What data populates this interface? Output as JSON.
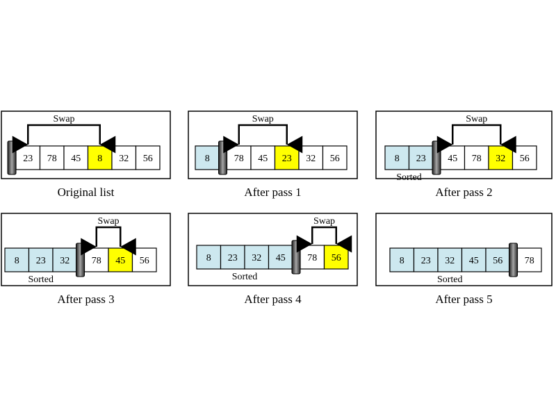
{
  "colors": {
    "sorted_fill": "#cde8ef",
    "swapped_fill": "#ffff00",
    "unsorted_fill": "#ffffff",
    "outline": "#000000",
    "wall_gradient": [
      "#1e1e1e",
      "#a6a6a6",
      "#2a2a2a"
    ]
  },
  "labels": {
    "swap": "Swap",
    "sorted": "Sorted"
  },
  "panels": [
    {
      "caption": "Original list",
      "values": [
        23,
        78,
        45,
        8,
        32,
        56
      ],
      "sorted_count": 0,
      "swap": [
        0,
        3
      ],
      "show_sorted_label": false
    },
    {
      "caption": "After pass 1",
      "values": [
        8,
        78,
        45,
        23,
        32,
        56
      ],
      "sorted_count": 1,
      "swap": [
        1,
        3
      ],
      "show_sorted_label": false
    },
    {
      "caption": "After pass 2",
      "values": [
        8,
        23,
        45,
        78,
        32,
        56
      ],
      "sorted_count": 2,
      "swap": [
        2,
        4
      ],
      "show_sorted_label": true
    },
    {
      "caption": "After pass 3",
      "values": [
        8,
        23,
        32,
        78,
        45,
        56
      ],
      "sorted_count": 3,
      "swap": [
        3,
        4
      ],
      "show_sorted_label": true
    },
    {
      "caption": "After pass 4",
      "values": [
        8,
        23,
        32,
        45,
        78,
        56
      ],
      "sorted_count": 4,
      "swap": [
        4,
        5
      ],
      "show_sorted_label": true
    },
    {
      "caption": "After pass 5",
      "values": [
        8,
        23,
        32,
        45,
        56,
        78
      ],
      "sorted_count": 5,
      "swap": null,
      "show_sorted_label": true
    }
  ]
}
